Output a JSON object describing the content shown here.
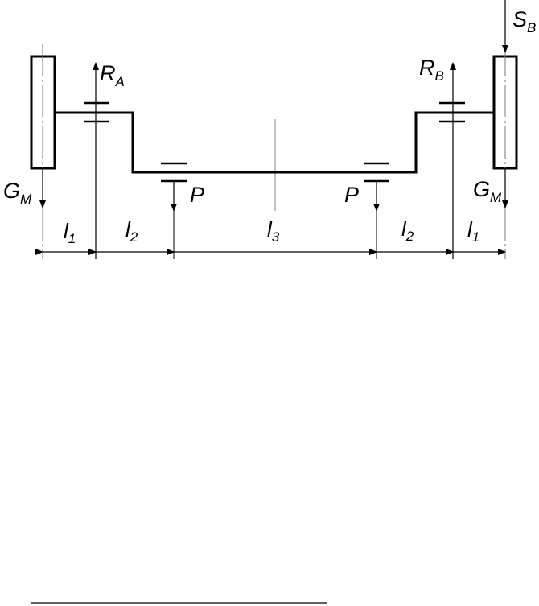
{
  "labels": {
    "ra": {
      "main": "R",
      "sub": "A"
    },
    "rb": {
      "main": "R",
      "sub": "B"
    },
    "sb": {
      "main": "S",
      "sub": "B"
    },
    "gm_left": {
      "main": "G",
      "sub": "M"
    },
    "gm_right": {
      "main": "G",
      "sub": "M"
    },
    "p_left": {
      "main": "P"
    },
    "p_right": {
      "main": "P"
    }
  },
  "dimensions": [
    {
      "main": "l",
      "sub": "1"
    },
    {
      "main": "l",
      "sub": "2"
    },
    {
      "main": "l",
      "sub": "3"
    },
    {
      "main": "l",
      "sub": "2"
    },
    {
      "main": "l",
      "sub": "1"
    }
  ]
}
